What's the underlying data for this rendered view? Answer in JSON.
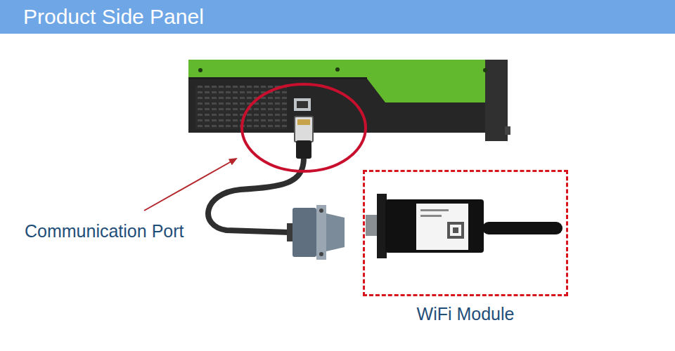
{
  "diagram": {
    "title": "Product Side Panel",
    "nodes": [
      {
        "text": [
          "WiFi Module"
        ]
      }
    ],
    "labels": [
      "Communication Port"
    ]
  }
}
